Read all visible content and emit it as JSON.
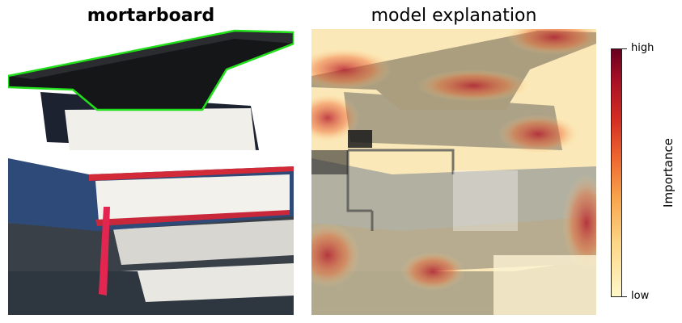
{
  "left_panel": {
    "title": "mortarboard"
  },
  "right_panel": {
    "title": "model explanation"
  },
  "colorbar": {
    "label": "Importance",
    "high_label": "high",
    "low_label": "low",
    "gradient_colors": [
      "#67001f",
      "#a50f25",
      "#d42c22",
      "#ef6a32",
      "#f8a44c",
      "#fdd586",
      "#fff8c9"
    ]
  },
  "colors": {
    "outline": "#22e01a",
    "ribbon": "#e2264f"
  }
}
